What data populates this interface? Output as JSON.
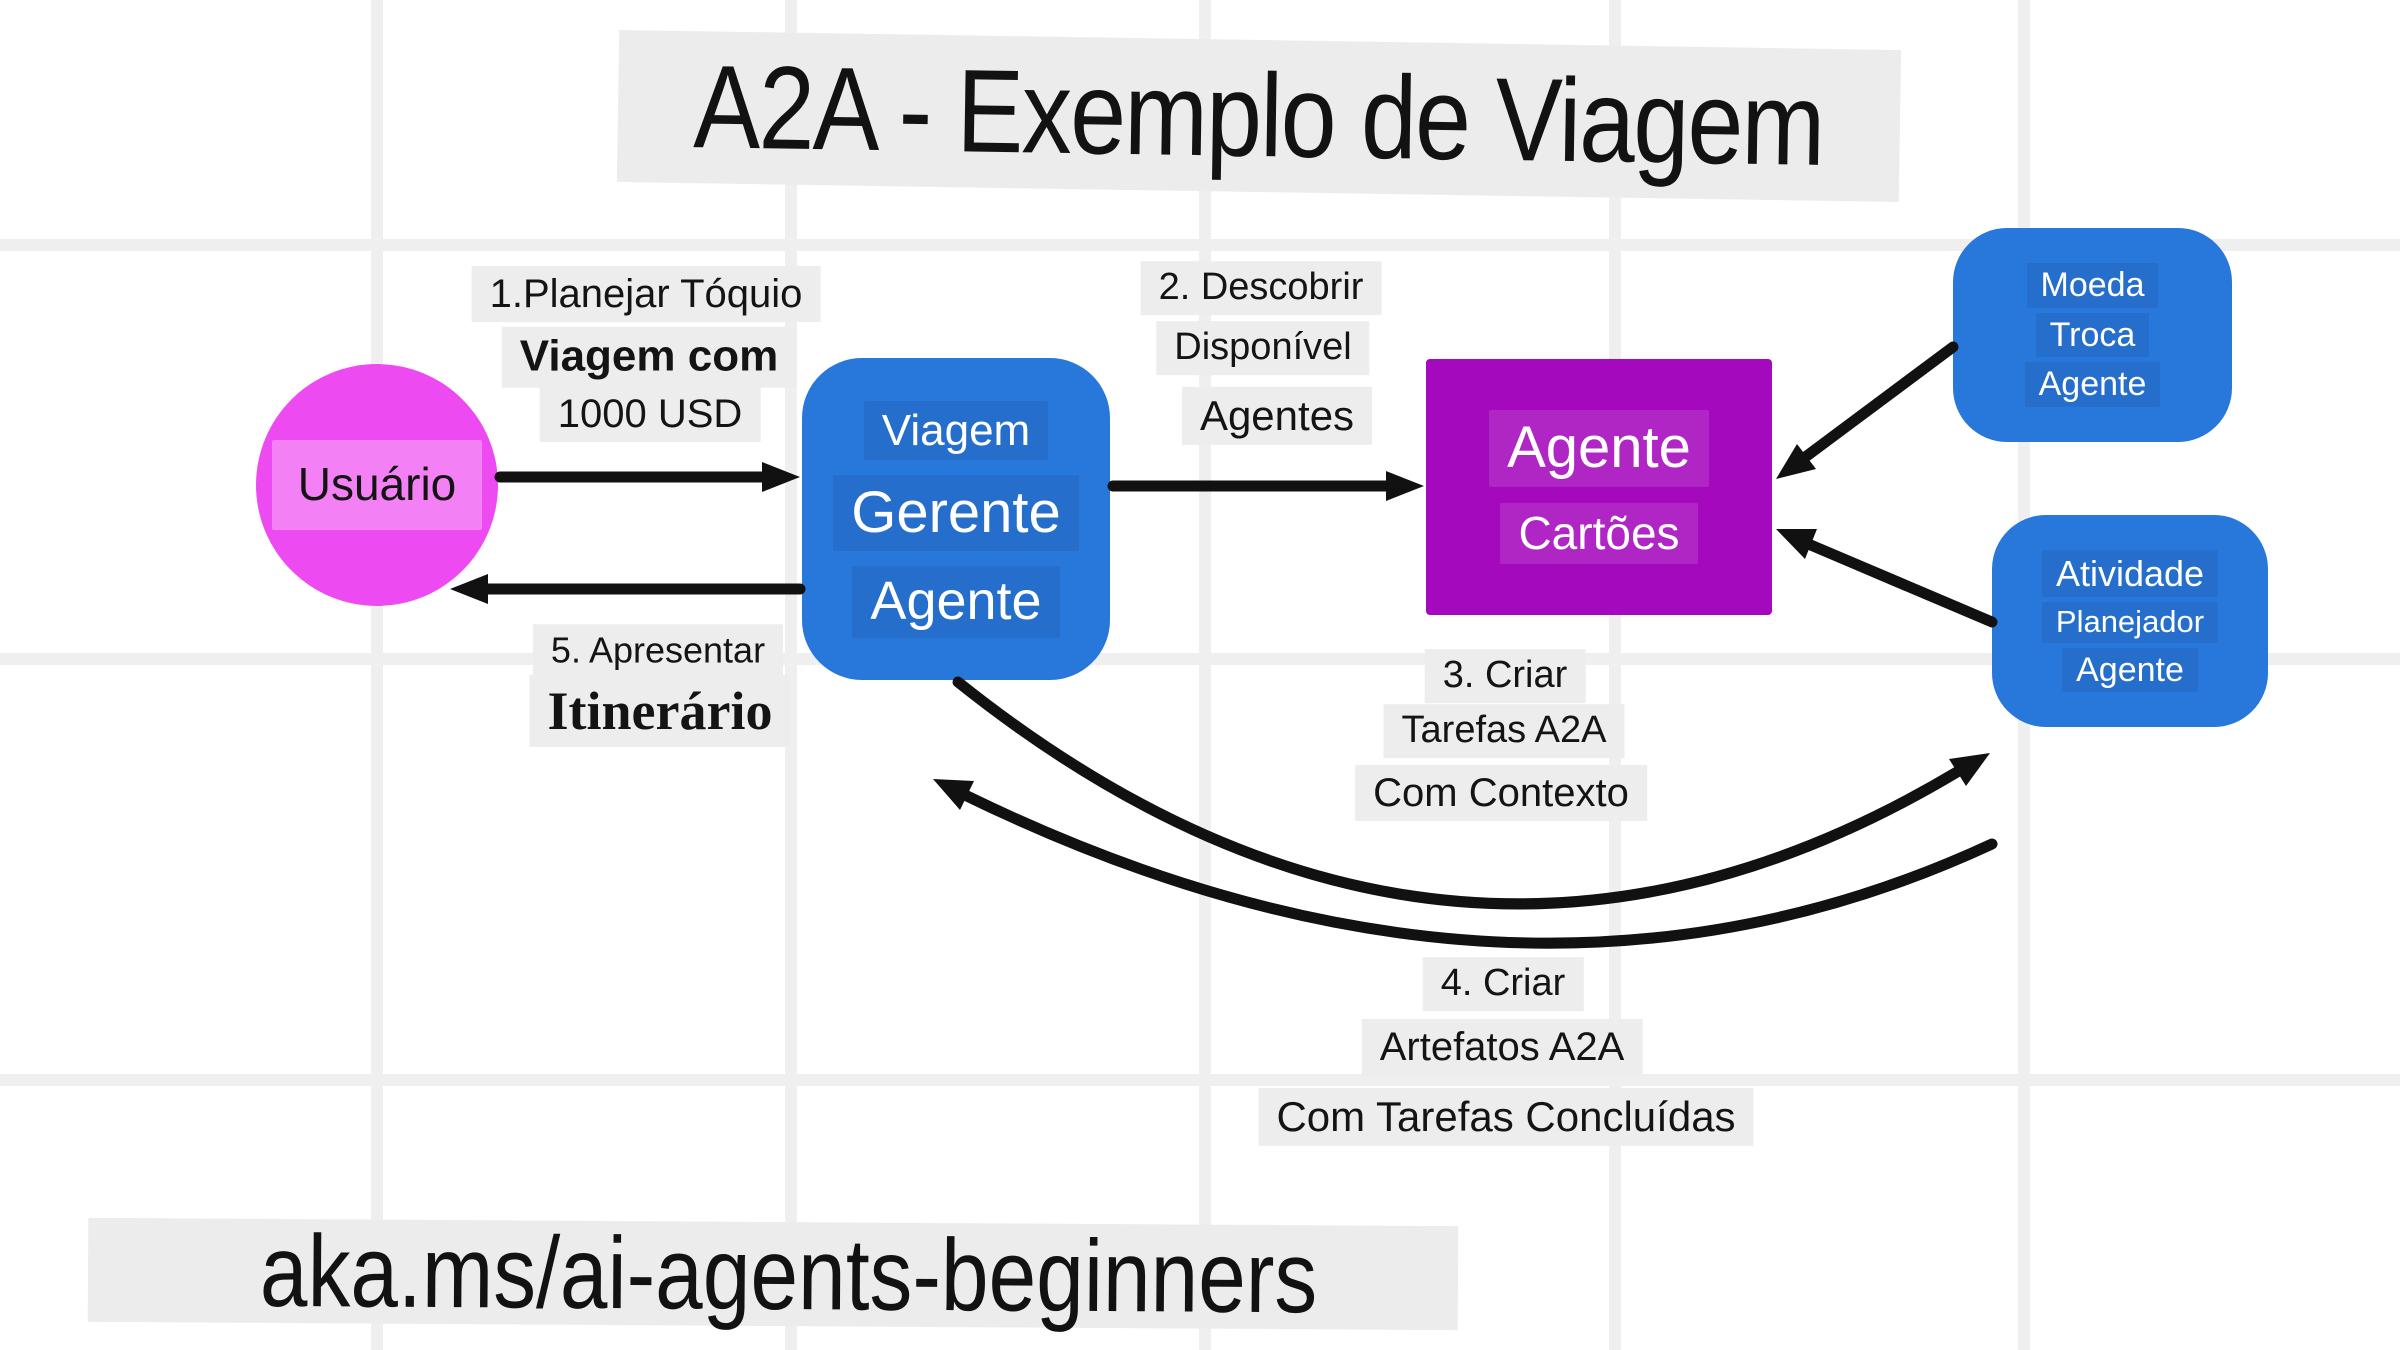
{
  "title": "A2A - Exemplo de Viagem",
  "footer": "aka.ms/ai-agents-beginners",
  "colors": {
    "node_blue": "#2877DB",
    "node_purple": "#A509BD",
    "node_magenta": "#EE4AF1",
    "node_text": "#FFFFFF",
    "label_bg": "#EDEDED",
    "panel_bg": "#ECECEC",
    "grid_line": "#EFEFEF",
    "arrow": "#111111"
  },
  "nodes": {
    "user": {
      "label": "Usuário"
    },
    "manager": {
      "lines": [
        "Viagem",
        "Gerente",
        "Agente"
      ]
    },
    "cards": {
      "lines": [
        "Agente",
        "Cartões"
      ]
    },
    "currency": {
      "lines": [
        "Moeda",
        "Troca",
        "Agente"
      ]
    },
    "planner": {
      "lines": [
        "Atividade",
        "Planejador",
        "Agente"
      ]
    }
  },
  "edge_labels": {
    "step1": [
      "1.Planejar Tóquio",
      "Viagem com",
      "1000 USD"
    ],
    "step2": [
      "2. Descobrir",
      "Disponível",
      "Agentes"
    ],
    "step3": [
      "3. Criar",
      "Tarefas A2A",
      "Com Contexto"
    ],
    "step4": [
      "4. Criar",
      "Artefatos A2A",
      "Com Tarefas Concluídas"
    ],
    "step5": [
      "5. Apresentar",
      "Itinerário"
    ]
  }
}
